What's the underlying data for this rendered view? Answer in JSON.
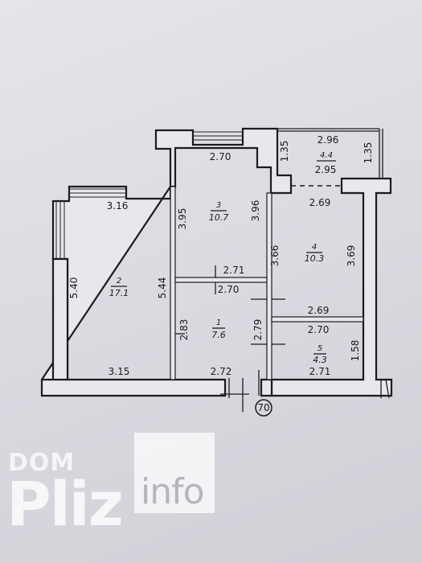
{
  "plan": {
    "rooms": [
      {
        "number": "1",
        "area": "7.6"
      },
      {
        "number": "2",
        "area": "17.1"
      },
      {
        "number": "3",
        "area": "10.7"
      },
      {
        "number": "4",
        "area": "10.3"
      },
      {
        "number": "5",
        "area": "4.3"
      },
      {
        "number": "4.4",
        "area": "2.95"
      }
    ],
    "dimensions": {
      "d270_top": "2.70",
      "d316": "3.16",
      "d395": "3.95",
      "d396": "3.96",
      "d296": "2.96",
      "d135_left": "1.35",
      "d135_right": "1.35",
      "d269_top": "2.69",
      "d366": "3.66",
      "d369": "3.69",
      "d540": "5.40",
      "d544": "5.44",
      "d271_mid": "2.71",
      "d270_mid": "2.70",
      "d269_bot": "2.69",
      "d283": "2.83",
      "d279": "2.79",
      "d270_bot": "2.70",
      "d158": "1.58",
      "d315": "3.15",
      "d272": "2.72",
      "d271_bot": "2.71"
    },
    "axis_marker": "70"
  },
  "watermark": {
    "dom": "DOM",
    "pliz": "Pliz",
    "info": "info"
  },
  "colors": {
    "wall_stroke": "#1b1b1f",
    "background": "#dcdce2"
  }
}
